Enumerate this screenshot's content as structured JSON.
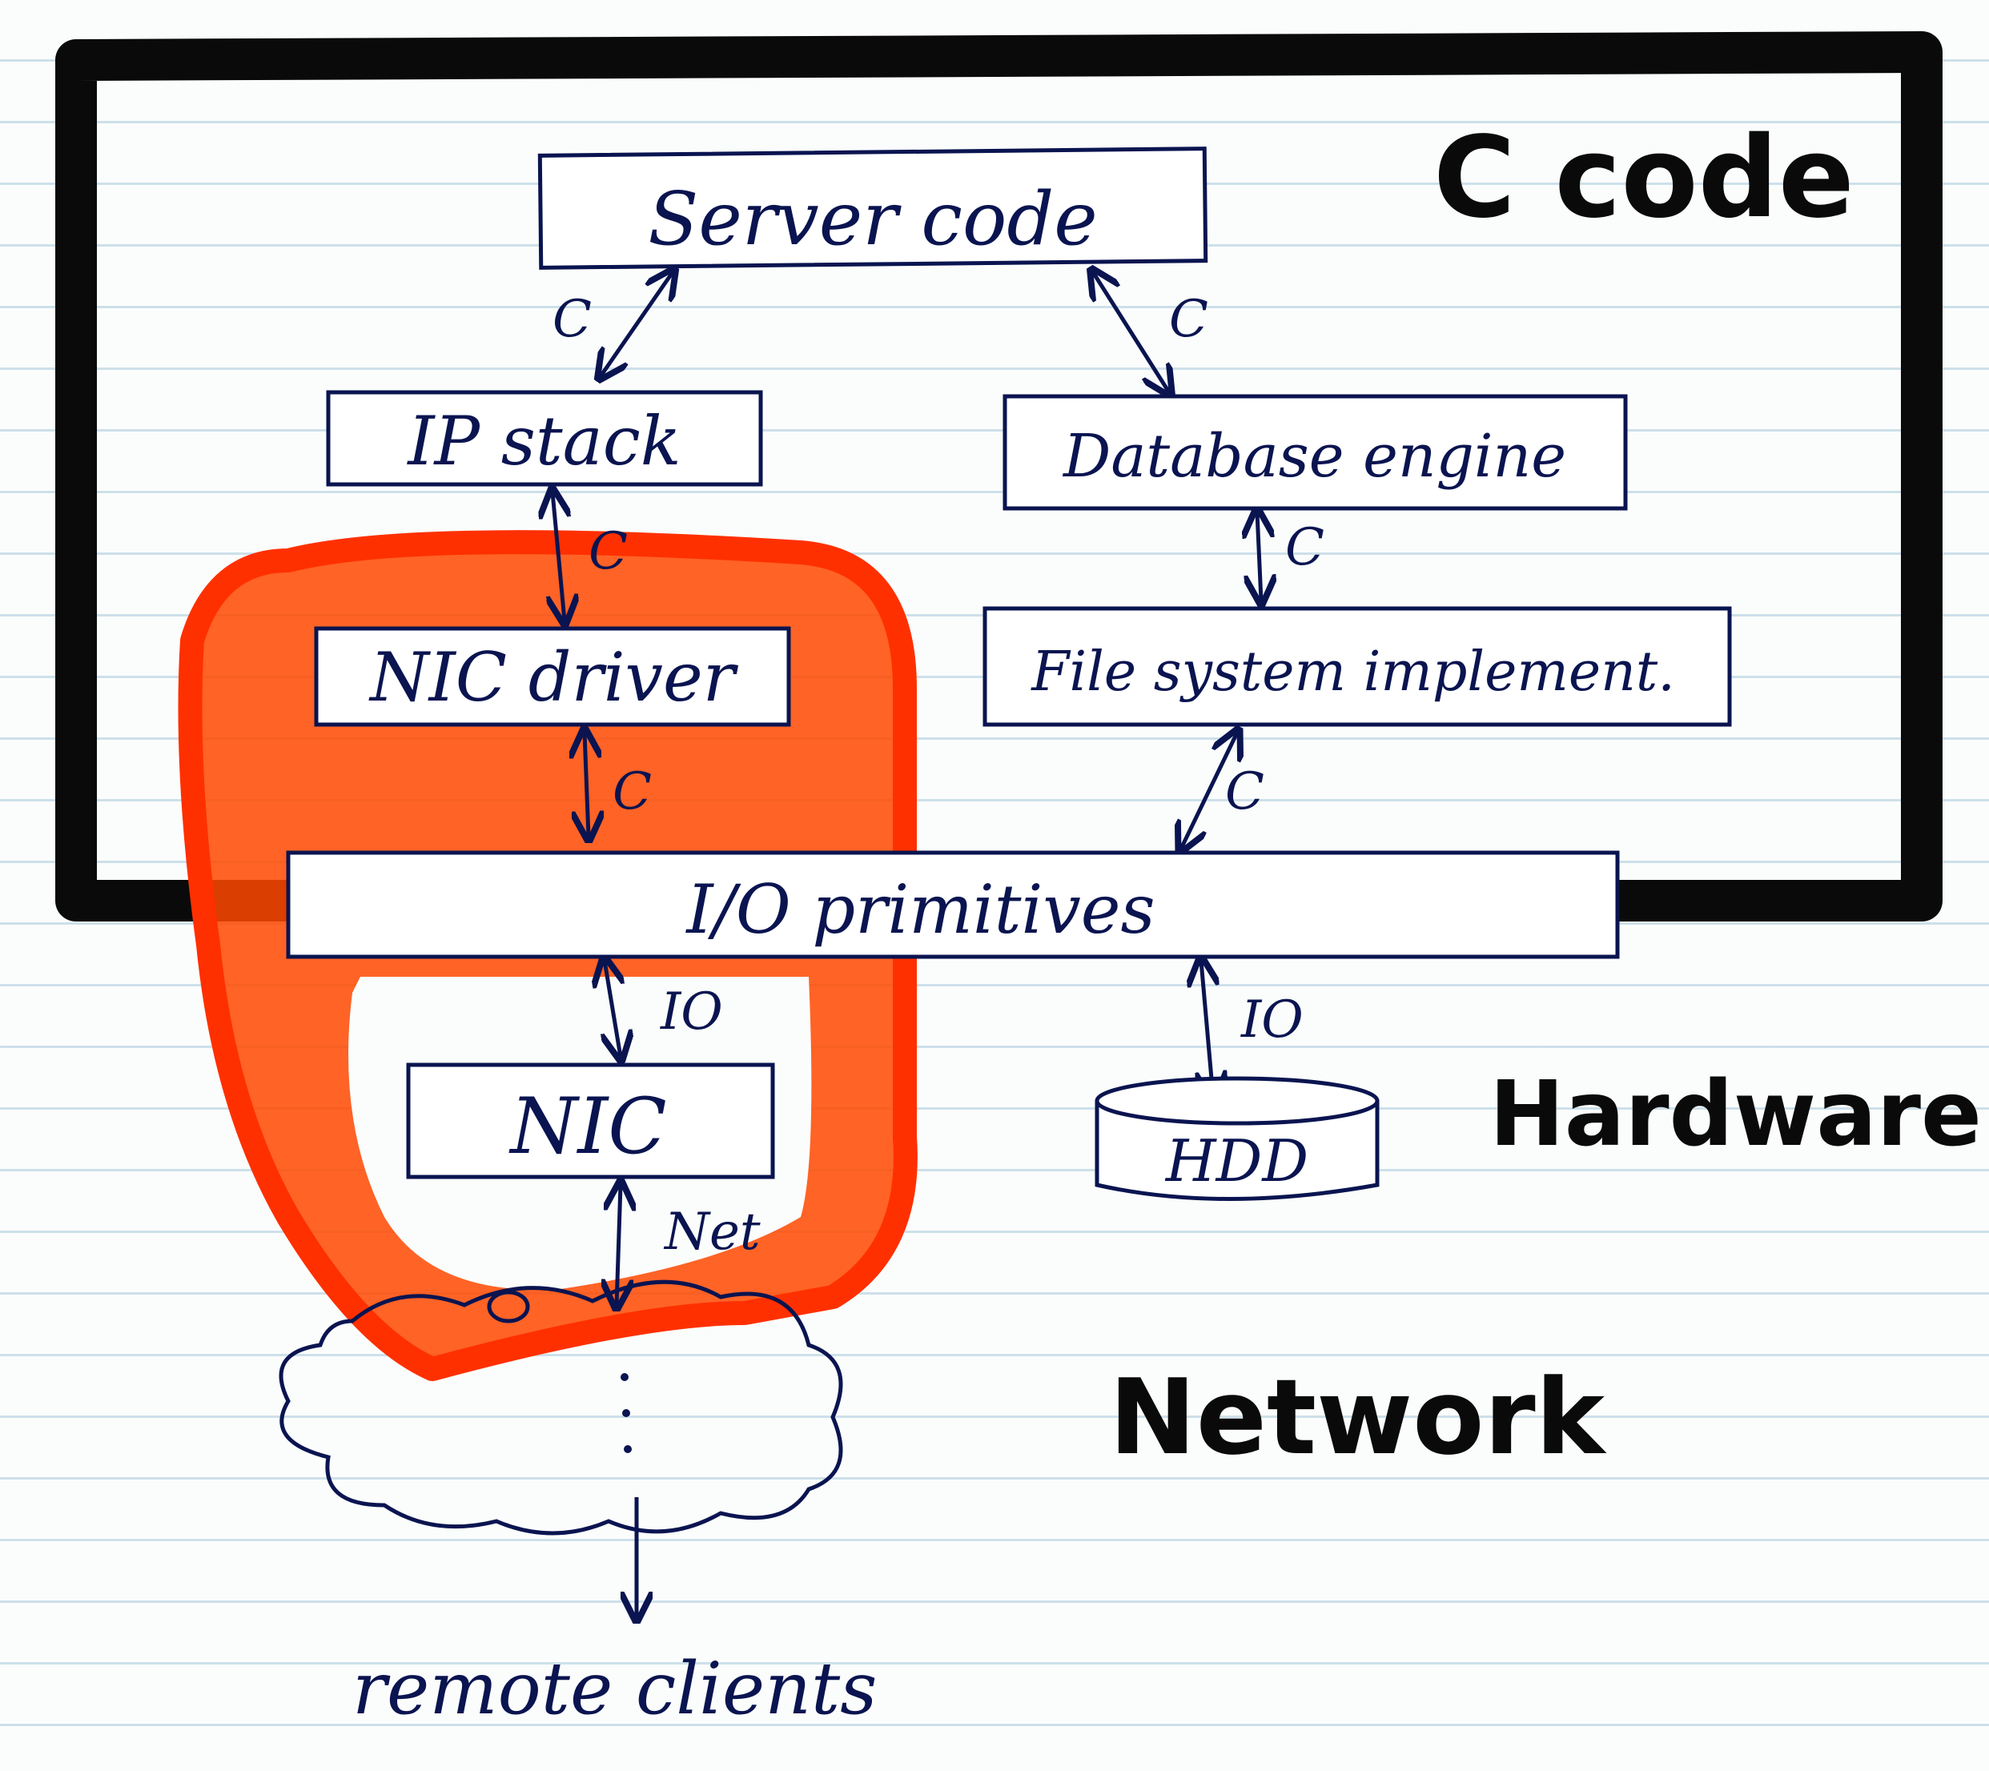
{
  "regions": {
    "c_code": "C code",
    "hardware": "Hardware",
    "network": "Network"
  },
  "boxes": {
    "server_code": "Server code",
    "ip_stack": "IP stack",
    "database_engine": "Database engine",
    "nic_driver": "NIC driver",
    "file_system": "File system implement.",
    "io_primitives": "I/O primitives",
    "nic": "NIC",
    "hdd": "HDD"
  },
  "edges": {
    "server_ip": "C",
    "server_db": "C",
    "ip_nic_driver": "C",
    "db_fs": "C",
    "nic_driver_io": "C",
    "fs_io": "C",
    "io_nic": "IO",
    "io_hdd": "IO",
    "nic_net": "Net"
  },
  "clients": "remote clients",
  "colors": {
    "ink": "#0a1450",
    "marker": "#ff3c00",
    "border": "#0a0a0a"
  }
}
